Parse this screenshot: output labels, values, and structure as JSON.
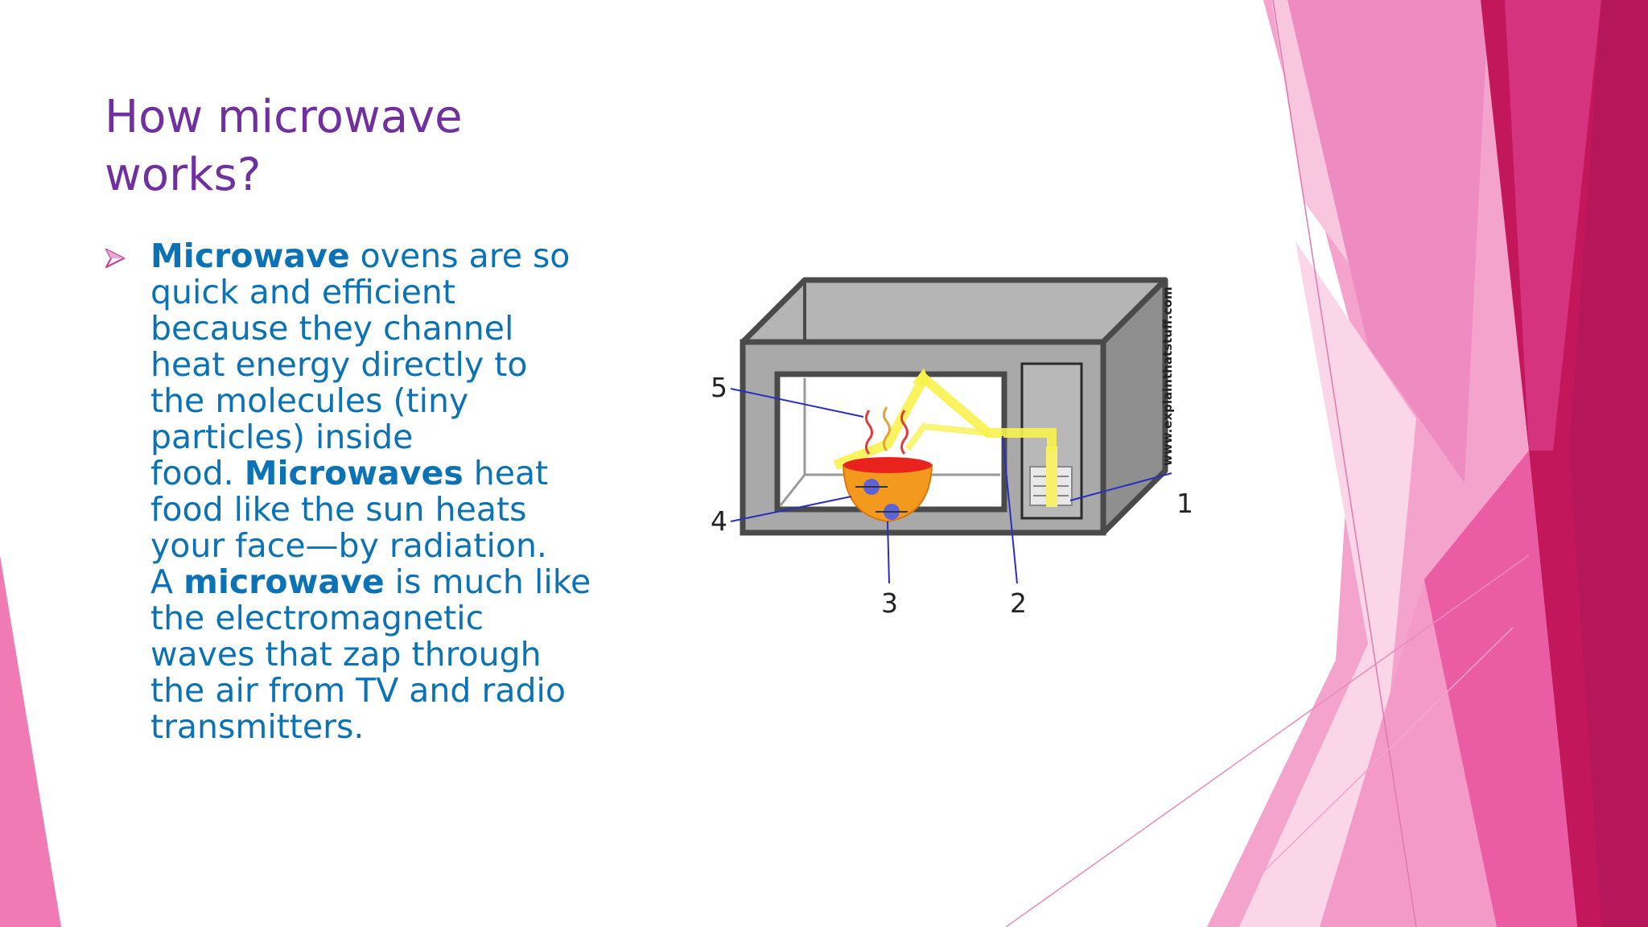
{
  "slide": {
    "title_lines": [
      "How microwave",
      "works?"
    ],
    "bullet": {
      "lines": [
        [
          {
            "t": "Microwave",
            "b": true
          },
          {
            "t": " ovens are so",
            "b": false
          }
        ],
        [
          {
            "t": "quick and efficient",
            "b": false
          }
        ],
        [
          {
            "t": "because they channel",
            "b": false
          }
        ],
        [
          {
            "t": "heat energy directly to",
            "b": false
          }
        ],
        [
          {
            "t": "the molecules (tiny",
            "b": false
          }
        ],
        [
          {
            "t": "particles) inside",
            "b": false
          }
        ],
        [
          {
            "t": "food. ",
            "b": false
          },
          {
            "t": "Microwaves",
            "b": true
          },
          {
            "t": " heat",
            "b": false
          }
        ],
        [
          {
            "t": "food like the sun heats",
            "b": false
          }
        ],
        [
          {
            "t": "your face—by radiation.",
            "b": false
          }
        ],
        [
          {
            "t": "A ",
            "b": false
          },
          {
            "t": "microwave",
            "b": true
          },
          {
            "t": " is much like",
            "b": false
          }
        ],
        [
          {
            "t": "the electromagnetic",
            "b": false
          }
        ],
        [
          {
            "t": "waves that zap through",
            "b": false
          }
        ],
        [
          {
            "t": "the air from TV and radio",
            "b": false
          }
        ],
        [
          {
            "t": "transmitters.",
            "b": false
          }
        ]
      ]
    }
  },
  "diagram": {
    "credit": "www.explainthatstuff.com",
    "labels": [
      "1",
      "2",
      "3",
      "4",
      "5"
    ]
  },
  "colors": {
    "title": "#7030a0",
    "body": "#0b72b5",
    "accent_magenta": "#c2185b",
    "accent_pink": "#f06fb0",
    "bullet_marker": "#c3459a"
  }
}
